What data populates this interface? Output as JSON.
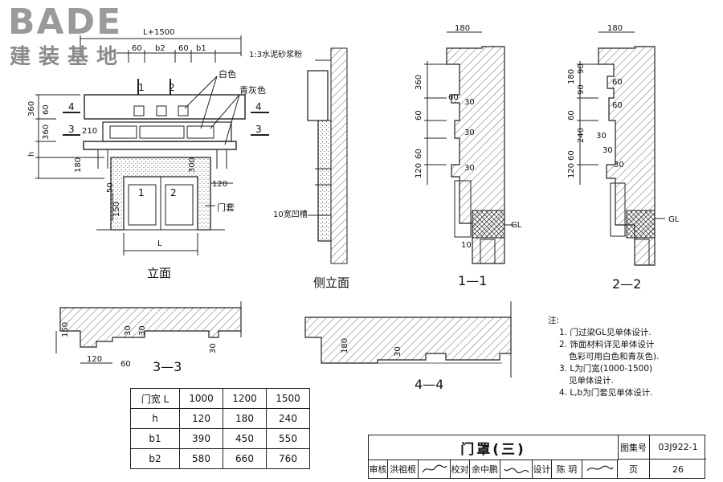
{
  "logo": {
    "main": "BADE",
    "sub": "建装基地"
  },
  "elevation": {
    "caption": "立面",
    "dims": {
      "total": "L+1500",
      "s1": "60",
      "b2": "b2",
      "s2": "60",
      "b1": "b1",
      "h360a": "360",
      "h60": "60",
      "h360b": "360",
      "h210": "210",
      "h": "h",
      "h180": "180",
      "d300": "300",
      "d120": "120",
      "d50": "50",
      "d150": "150",
      "L": "L"
    },
    "marks": {
      "n1": "1",
      "n2": "2",
      "n3": "3",
      "n4": "4",
      "n1b": "1",
      "n2b": "2",
      "n3r": "3",
      "n4r": "4"
    },
    "labels": {
      "white": "白色",
      "grey": "青灰色",
      "frame": "门套"
    }
  },
  "side": {
    "caption": "侧立面",
    "mortar": "1:3水泥砂浆粉",
    "groove": "10宽凹槽"
  },
  "sec11": {
    "caption": "1—1",
    "d180": "180",
    "d360": "360",
    "d60a": "60",
    "d60b": "60",
    "d30a": "30",
    "d30b": "30",
    "d30c": "30",
    "d60c": "60",
    "d120": "120",
    "gl": "GL",
    "d10": "10"
  },
  "sec22": {
    "caption": "2—2",
    "d180": "180",
    "d90a": "90",
    "d90b": "90",
    "d180v": "180",
    "d60a": "60",
    "d60b": "60",
    "d30a": "30",
    "d60c": "60",
    "d240": "240",
    "d30b": "30",
    "d60d": "60",
    "d120": "120",
    "d30c": "30",
    "gl": "GL"
  },
  "sec33": {
    "caption": "3—3",
    "d150": "150",
    "d30a": "30",
    "d30b": "30",
    "d30c": "30",
    "d120": "120",
    "d60": "60"
  },
  "sec44": {
    "caption": "4—4",
    "d180": "180",
    "d30": "30"
  },
  "notes": {
    "title": "注:",
    "n1": "1. 门过梁GL见单体设计.",
    "n2a": "2. 饰面材料详见单体设计",
    "n2b": "色彩可用白色和青灰色).",
    "n3a": "3. L为门宽(1000-1500)",
    "n3b": "见单体设计.",
    "n4": "4. L,b为门套见单体设计."
  },
  "table": {
    "rows": [
      [
        "门宽 L",
        "1000",
        "1200",
        "1500"
      ],
      [
        "h",
        "120",
        "180",
        "240"
      ],
      [
        "b1",
        "390",
        "450",
        "550"
      ],
      [
        "b2",
        "580",
        "660",
        "760"
      ]
    ]
  },
  "titleblock": {
    "title": "门罩(三)",
    "atlas_label": "图集号",
    "atlas_no": "03J922-1",
    "review_label": "审核",
    "reviewer": "洪祖根",
    "check_label": "校对",
    "checker": "余中鹏",
    "design_label": "设计",
    "designer": "陈 玥",
    "page_label": "页",
    "page_no": "26"
  }
}
